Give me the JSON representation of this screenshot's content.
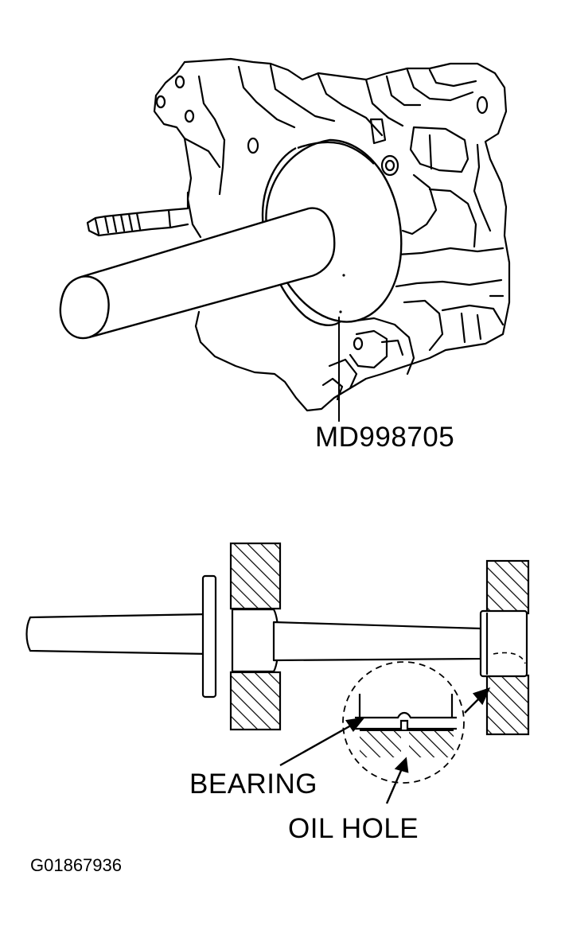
{
  "labels": {
    "tool_number": "MD998705",
    "bearing": "BEARING",
    "oil_hole": "OIL HOLE",
    "figure_id": "G01867936"
  },
  "colors": {
    "line": "#000000",
    "background": "#ffffff"
  }
}
